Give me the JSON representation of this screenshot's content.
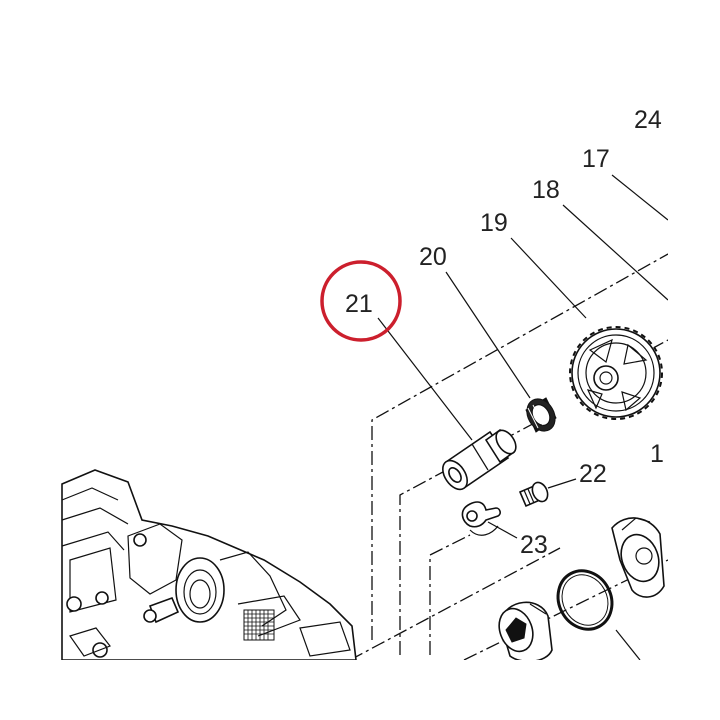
{
  "callouts": {
    "c24": "24",
    "c17": "17",
    "c18": "18",
    "c19": "19",
    "c20": "20",
    "c21": "21",
    "c22": "22",
    "c23": "23",
    "c1": "1"
  },
  "colors": {
    "highlight": "#cc1f2d",
    "line": "#111111",
    "background": "#ffffff"
  },
  "highlighted_part": "21"
}
